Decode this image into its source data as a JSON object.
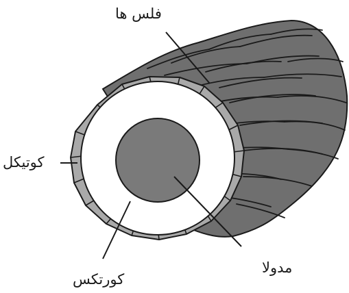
{
  "labels": {
    "scales": "فلس ها",
    "cuticle": "کوتیکل",
    "medulla": "مدولا",
    "cortex": "کورتکس"
  },
  "colors": {
    "background": "#ffffff",
    "scale_fill": "#6f6f6f",
    "cuticle_fill": "#a9a9a9",
    "cortex_fill": "#ffffff",
    "medulla_fill": "#7a7a7a",
    "stroke": "#1a1a1a"
  }
}
